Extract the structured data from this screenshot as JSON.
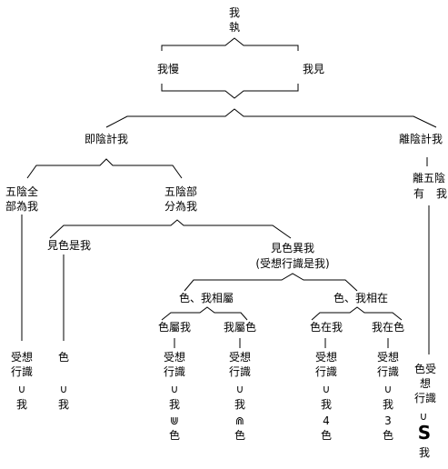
{
  "root": {
    "line1": "我",
    "line2": "執"
  },
  "level1": {
    "left": "我慢",
    "right": "我見"
  },
  "level2": {
    "left": "即陰計我",
    "right": "離陰計我"
  },
  "level3": {
    "all_line1": "五陰全",
    "all_line2": "部為我",
    "part_line1": "五陰部",
    "part_line2": "分為我",
    "away_line1": "離五陰",
    "away_line2a": "有",
    "away_line2b": "我"
  },
  "level4": {
    "same": "見色是我",
    "diff_line1": "見色異我",
    "diff_line2": "(受想行識是我)"
  },
  "level5": {
    "belong": "色、我相屬",
    "within": "色、我相在"
  },
  "level6": {
    "color_belongs_me": "色屬我",
    "me_belongs_color": "我屬色",
    "color_in_me": "色在我",
    "me_in_color": "我在色"
  },
  "leaves": {
    "skandha_line1": "受想",
    "skandha_line2": "行識",
    "color": "色",
    "me": "我",
    "subset": "∪",
    "superset": "⋓",
    "superset_alt": "⋒",
    "in4": "4",
    "in3": "3",
    "away_v1": "色受",
    "away_v2": "想",
    "away_v3": "行識",
    "big_s": "S"
  }
}
